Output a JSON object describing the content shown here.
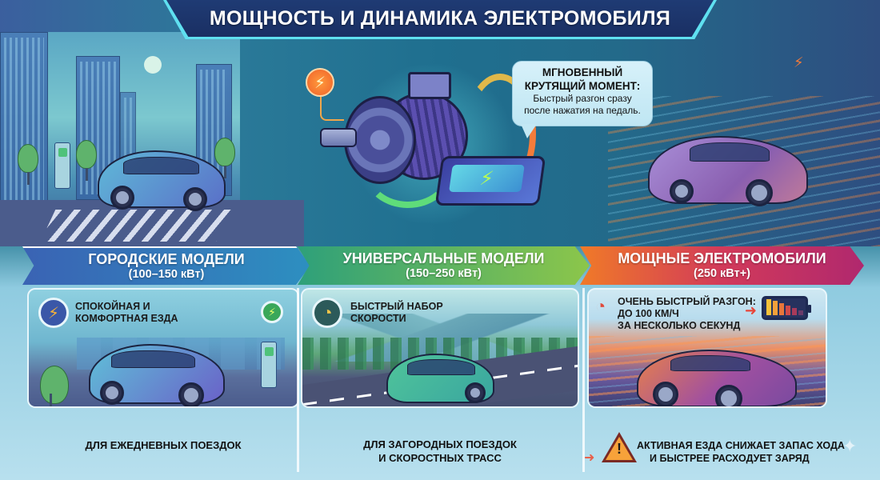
{
  "header": {
    "title": "МОЩНОСТЬ И ДИНАМИКА ЭЛЕКТРОМОБИЛЯ"
  },
  "hero": {
    "callout": {
      "heading_line1": "МГНОВЕННЫЙ",
      "heading_line2": "КРУТЯЩИЙ МОМЕНТ:",
      "body_line1": "Быстрый разгон сразу",
      "body_line2": "после нажатия на педаль."
    },
    "icons": {
      "left_badge": "lightning-icon",
      "battery": "battery-icon",
      "motor": "electric-motor-icon"
    }
  },
  "categories": [
    {
      "title": "ГОРОДСКИЕ МОДЕЛИ",
      "range": "(100–150 кВт)",
      "color_from": "#3a63b4",
      "color_to": "#2d8fc0",
      "feature_line1": "СПОКОЙНАЯ И",
      "feature_line2": "КОМФОРТНАЯ ЕЗДА",
      "feature_icon": "lightning-icon",
      "caption_line1": "ДЛЯ ЕЖЕДНЕВНЫХ ПОЕЗДОК",
      "caption_line2": ""
    },
    {
      "title": "УНИВЕРСАЛЬНЫЕ МОДЕЛИ",
      "range": "(150–250 кВт)",
      "color_from": "#2ea07a",
      "color_to": "#8cc64a",
      "feature_line1": "БЫСТРЫЙ НАБОР",
      "feature_line2": "СКОРОСТИ",
      "feature_icon": "speedometer-icon",
      "caption_line1": "ДЛЯ ЗАГОРОДНЫХ ПОЕЗДОК",
      "caption_line2": "И СКОРОСТНЫХ ТРАСС"
    },
    {
      "title": "МОЩНЫЕ ЭЛЕКТРОМОБИЛИ",
      "range": "(250 кВт+)",
      "color_from": "#f07a28",
      "color_to": "#b0286e",
      "feature_line1": "ОЧЕНЬ БЫСТРЫЙ РАЗГОН:",
      "feature_line2": "ДО 100 КМ/Ч",
      "feature_line3": "ЗА НЕСКОЛЬКО СЕКУНД",
      "feature_icon": "fast-speedometer-icon",
      "caption_line1": "АКТИВНАЯ ЕЗДА СНИЖАЕТ ЗАПАС ХОДА",
      "caption_line2": "И БЫСТРЕЕ РАСХОДУЕТ ЗАРЯД",
      "caption_icon": "warning-icon"
    }
  ],
  "symbols": {
    "bolt": "⚡",
    "gauge": "◔",
    "arrow": "➜",
    "warn": "!",
    "sparkle": "✦"
  },
  "colors": {
    "title_bg": "#1f3b74",
    "title_border": "#5fe0f0",
    "accent_orange": "#f0612a",
    "warning": "#f7a23a"
  }
}
